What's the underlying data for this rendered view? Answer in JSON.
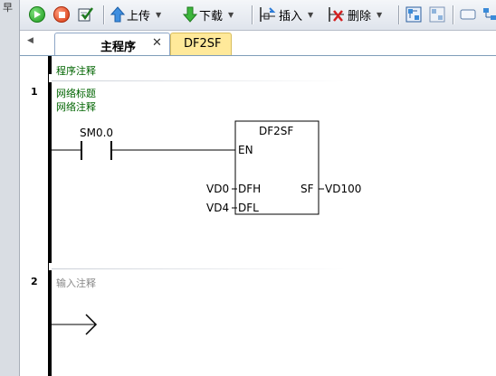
{
  "dock": {
    "pin_glyph": "早"
  },
  "toolbar": {
    "upload_label": "上传",
    "download_label": "下载",
    "insert_label": "插入",
    "delete_label": "删除"
  },
  "tabs": [
    {
      "label": "主程序",
      "active": true
    },
    {
      "label": "DF2SF",
      "active": false
    }
  ],
  "editor": {
    "program_comment": "程序注释",
    "networks": [
      {
        "number": "1",
        "title": "网络标题",
        "comment": "网络注释",
        "contact": {
          "address": "SM0.0"
        },
        "block": {
          "name": "DF2SF",
          "pins": {
            "en": "EN",
            "in1": "DFH",
            "in2": "DFL",
            "out": "SF"
          },
          "operands": {
            "in1": "VD0",
            "in2": "VD4",
            "out": "VD100"
          }
        }
      },
      {
        "number": "2",
        "comment": "输入注释"
      }
    ]
  },
  "colors": {
    "comment_text": "#006400",
    "placeholder_text": "#888888",
    "tab_inactive_bg": "#ffe99a",
    "toolbar_bg": "#e6eaf0"
  }
}
